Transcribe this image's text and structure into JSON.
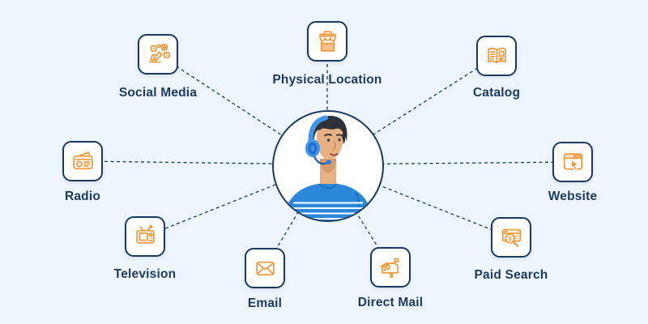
{
  "diagram": {
    "description": "Marketing channels radiating from a central customer-support agent",
    "background_color": "#edf5fd",
    "accent_orange": "#f0993d",
    "navy": "#1c3a5f",
    "connector_style": "dashed",
    "center": {
      "figure": "support-agent-with-headset",
      "skin_color": "#e9b183",
      "hair_color": "#2e3138",
      "shirt_color": "#2b87da",
      "headset_color": "#3f96ea"
    },
    "channels": [
      {
        "label": "Social Media",
        "icon": "social-media-icon"
      },
      {
        "label": "Physical Location",
        "icon": "storefront-icon"
      },
      {
        "label": "Catalog",
        "icon": "open-catalog-icon"
      },
      {
        "label": "Radio",
        "icon": "radio-icon"
      },
      {
        "label": "Website",
        "icon": "browser-cursor-icon"
      },
      {
        "label": "Television",
        "icon": "television-icon"
      },
      {
        "label": "Email",
        "icon": "envelope-icon"
      },
      {
        "label": "Direct Mail",
        "icon": "mailbox-icon"
      },
      {
        "label": "Paid Search",
        "icon": "search-dollar-icon"
      }
    ]
  }
}
